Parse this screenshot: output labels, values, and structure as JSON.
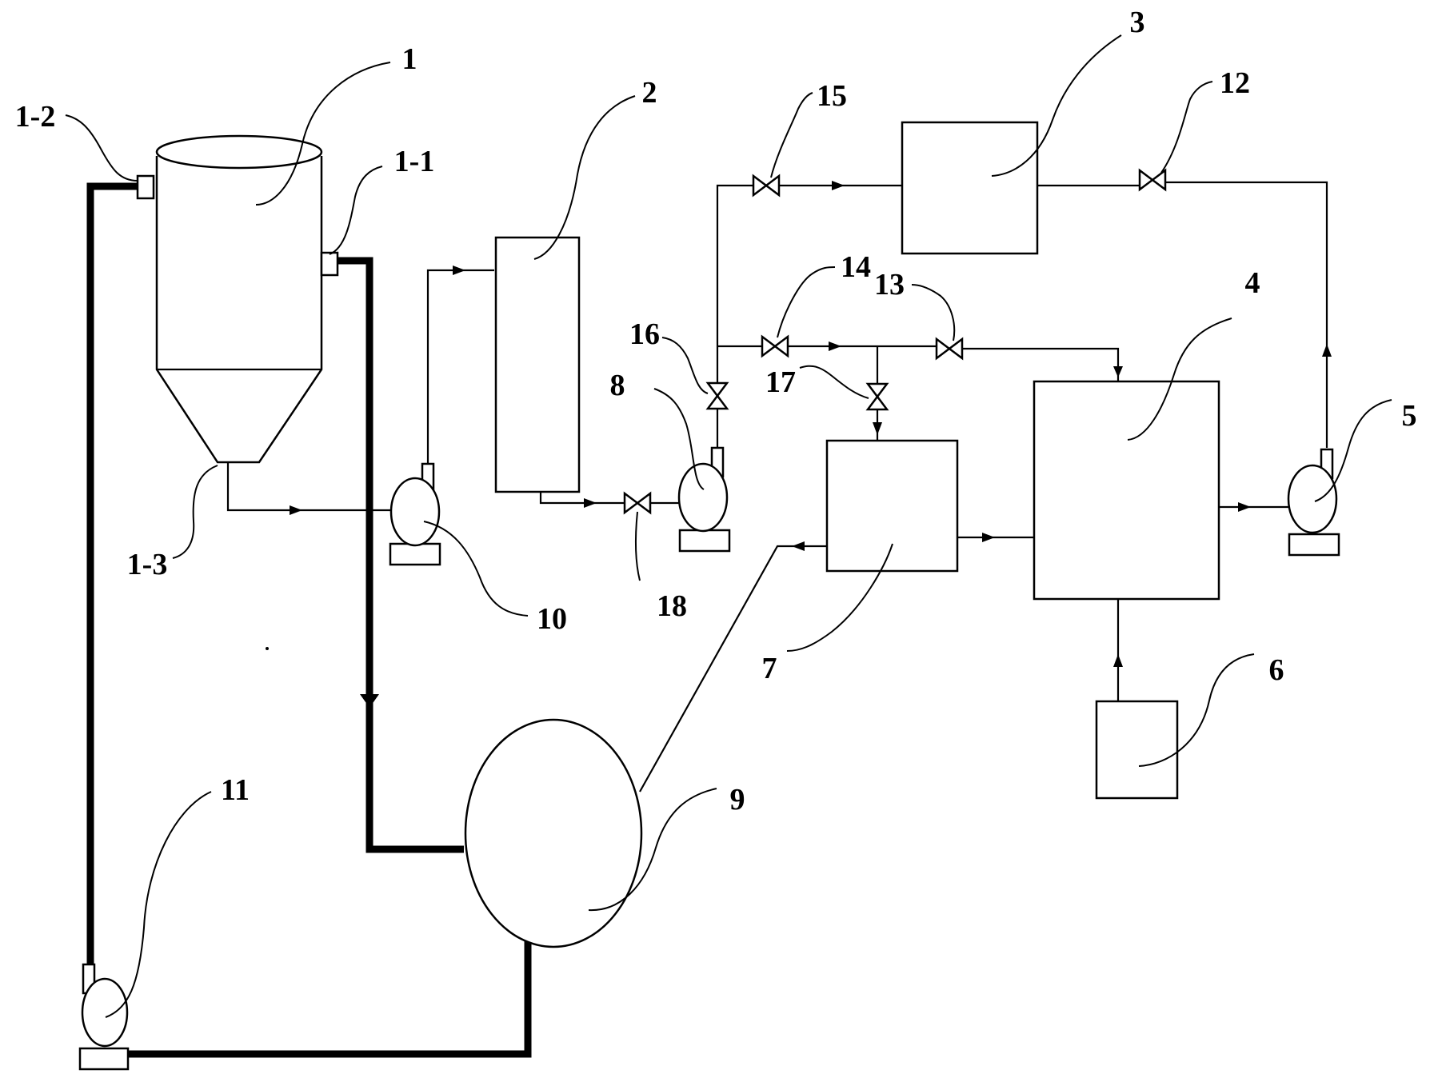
{
  "labels": {
    "tank_1": "1",
    "port_1_1": "1-1",
    "port_1_2": "1-2",
    "port_1_3": "1-3",
    "unit_2": "2",
    "unit_3": "3",
    "unit_4": "4",
    "pump_5": "5",
    "unit_6": "6",
    "unit_7": "7",
    "pump_8": "8",
    "vessel_9": "9",
    "pump_10": "10",
    "pump_11": "11",
    "valve_12": "12",
    "valve_13": "13",
    "valve_14": "14",
    "valve_15": "15",
    "valve_16": "16",
    "valve_17": "17",
    "valve_18": "18"
  }
}
